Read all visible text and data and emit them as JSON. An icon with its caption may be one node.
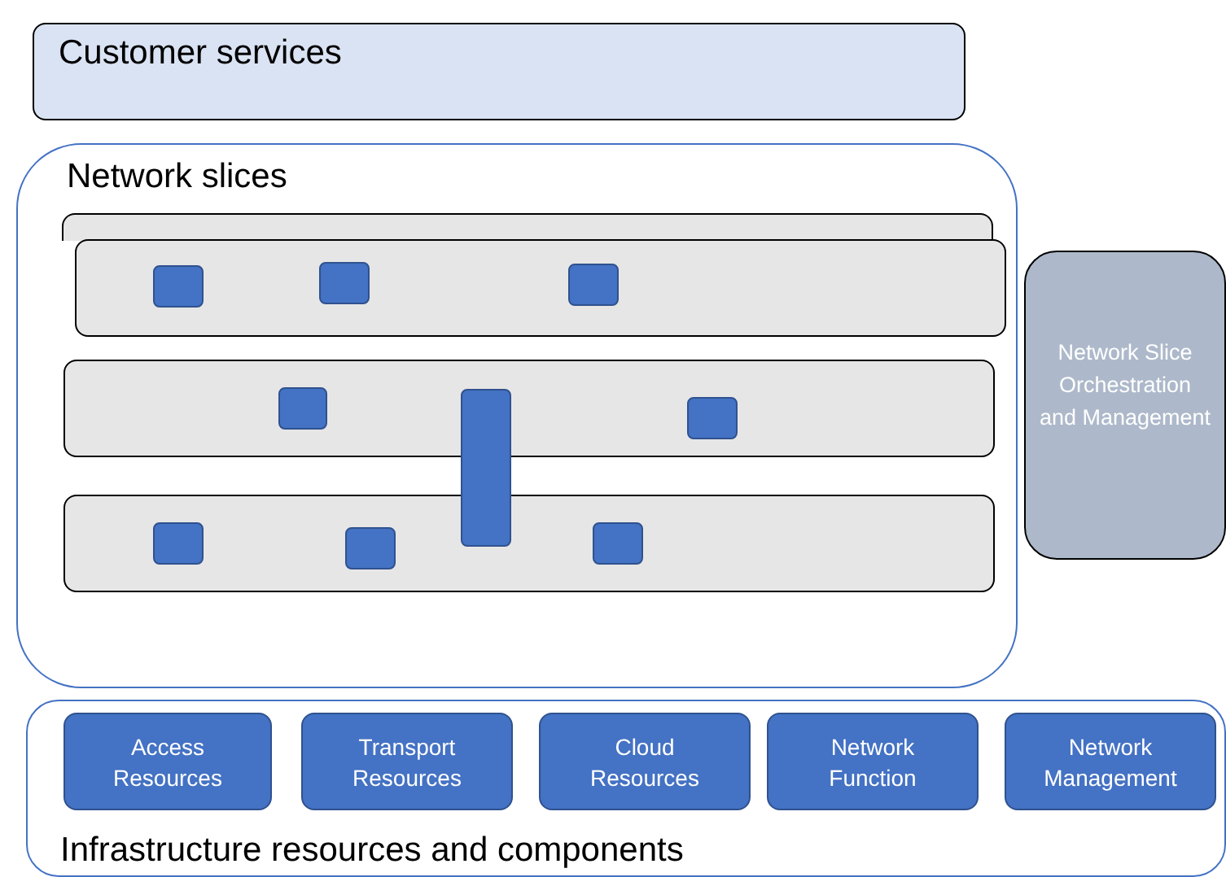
{
  "diagram": {
    "nodes": [
      {
        "text": [
          "Customer services"
        ]
      },
      {
        "text": [
          "Network slices"
        ]
      },
      {
        "text": [],
        "shape": "box",
        "in": 1
      },
      {
        "text": [],
        "shape": "box",
        "in": 1
      },
      {
        "text": [],
        "shape": "box",
        "in": 3
      },
      {
        "text": [],
        "shape": "box",
        "in": 3
      },
      {
        "text": [],
        "shape": "box",
        "in": 3
      },
      {
        "text": [],
        "shape": "box",
        "in": 1
      },
      {
        "text": [],
        "shape": "box",
        "in": 7
      },
      {
        "text": [],
        "shape": "box",
        "in": 7
      },
      {
        "text": [],
        "shape": "box",
        "in": 1
      },
      {
        "text": [],
        "shape": "box",
        "in": 1
      },
      {
        "text": [],
        "shape": "box",
        "in": 11
      },
      {
        "text": [],
        "shape": "box",
        "in": 11
      },
      {
        "text": [],
        "shape": "box",
        "in": 11
      },
      {
        "text": [
          "Network Slice Orchestration and Management"
        ]
      },
      {
        "text": [
          "Infrastructure resources and components"
        ]
      },
      {
        "text": [
          "Access Resources"
        ],
        "in": 16
      },
      {
        "text": [
          "Transport Resources"
        ],
        "in": 16
      },
      {
        "text": [
          "Cloud Resources"
        ],
        "in": 16
      },
      {
        "text": [
          "Network Function"
        ],
        "in": 16
      },
      {
        "text": [
          "Network Management"
        ],
        "in": 16
      }
    ],
    "edges": []
  }
}
